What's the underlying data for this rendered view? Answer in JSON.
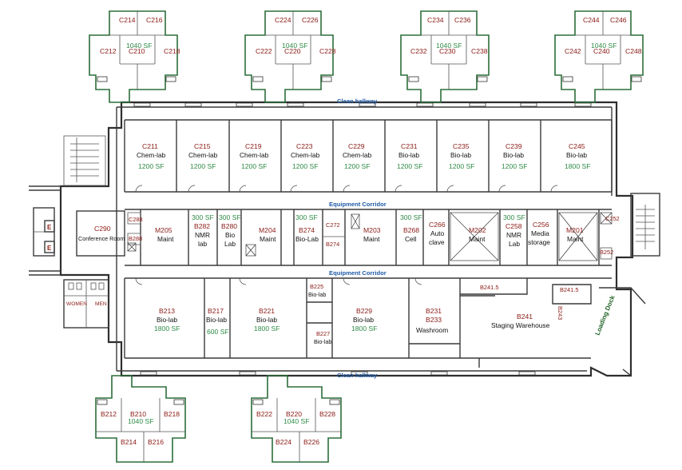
{
  "hallways": {
    "clean_top": "Clean hallway",
    "clean_bottom": "Clean hallway",
    "equip_top": "Equipment Corridor",
    "equip_bottom": "Equipment Corridor"
  },
  "pods_top": [
    {
      "rooms": [
        "C214",
        "C216",
        "C212",
        "C210",
        "C218"
      ],
      "sf": "1040 SF"
    },
    {
      "rooms": [
        "C224",
        "C226",
        "C222",
        "C220",
        "C228"
      ],
      "sf": "1040 SF"
    },
    {
      "rooms": [
        "C234",
        "C236",
        "C232",
        "C230",
        "C238"
      ],
      "sf": "1040 SF"
    },
    {
      "rooms": [
        "C244",
        "C246",
        "C242",
        "C240",
        "C248"
      ],
      "sf": "1040 SF"
    }
  ],
  "pods_bottom": [
    {
      "rooms": [
        "B212",
        "B210",
        "B218",
        "B214",
        "B216"
      ],
      "sf": "1040 SF"
    },
    {
      "rooms": [
        "B222",
        "B220",
        "B228",
        "B224",
        "B226"
      ],
      "sf": "1040 SF"
    }
  ],
  "upper_labs": [
    {
      "id": "C211",
      "use": "Chem-lab",
      "sf": "1200 SF"
    },
    {
      "id": "C215",
      "use": "Chem-lab",
      "sf": "1200 SF"
    },
    {
      "id": "C219",
      "use": "Chem-lab",
      "sf": "1200 SF"
    },
    {
      "id": "C223",
      "use": "Chem-lab",
      "sf": "1200 SF"
    },
    {
      "id": "C229",
      "use": "Chem-lab",
      "sf": "1200 SF"
    },
    {
      "id": "C231",
      "use": "Bio-lab",
      "sf": "1200 SF"
    },
    {
      "id": "C235",
      "use": "Bio-lab",
      "sf": "1200 SF"
    },
    {
      "id": "C239",
      "use": "Bio-lab",
      "sf": "1200 SF"
    },
    {
      "id": "C245",
      "use": "Bio-lab",
      "sf": "1800 SF"
    }
  ],
  "middle": {
    "c290": {
      "id": "C290",
      "use": "Conference Room"
    },
    "c288": "C288",
    "b288": "B288",
    "m205": {
      "id": "M205",
      "use": "Maint"
    },
    "b282": {
      "sf": "300 SF",
      "id": "B282",
      "use1": "NMR",
      "use2": "lab"
    },
    "b280": {
      "sf": "300 SF",
      "id": "B280",
      "use1": "Bio",
      "use2": "Lab"
    },
    "m204": {
      "id": "M204",
      "use": "Maint"
    },
    "b274a": {
      "sf": "300 SF",
      "id": "B274",
      "use": "Bio-Lab"
    },
    "c272": "C272",
    "b274b": "B274",
    "m203": {
      "id": "M203",
      "use": "Maint"
    },
    "b268": {
      "sf": "300 SF",
      "id": "B268",
      "use": "Cell"
    },
    "c266": {
      "id": "C266",
      "use1": "Auto",
      "use2": "clave"
    },
    "m202": {
      "id": "M202",
      "use": "Maint"
    },
    "c258": {
      "sf": "300 SF",
      "id": "C258",
      "use1": "NMR",
      "use2": "Lab"
    },
    "c256": {
      "id": "C256",
      "use1": "Media",
      "use2": "storage"
    },
    "m201": {
      "id": "M201",
      "use": "Maint"
    },
    "c252": "C252",
    "b252": "B252"
  },
  "lower": {
    "b213": {
      "id": "B213",
      "use": "Bio-lab",
      "sf": "1800 SF"
    },
    "b217": {
      "id": "B217",
      "use": "Bio-lab",
      "sf": "600 SF"
    },
    "b221": {
      "id": "B221",
      "use": "Bio-lab",
      "sf": "1800 SF"
    },
    "b225": {
      "id": "B225",
      "use": "Bio-lab"
    },
    "b227": {
      "id": "B227",
      "use": "Bio-lab"
    },
    "b229": {
      "id": "B229",
      "use": "Bio-lab",
      "sf": "1800 SF"
    },
    "b231": {
      "id1": "B231",
      "id2": "B233",
      "use": "Washroom"
    },
    "b2415a": "B241.5",
    "b2415b": "B241.5",
    "b243": "B243",
    "b241": {
      "id": "B241",
      "use": "Staging Warehouse"
    }
  },
  "restrooms": {
    "women": "WOMEN",
    "men": "MEN"
  },
  "elevators": [
    "E",
    "E"
  ],
  "loading_dock": "Loading Dock"
}
